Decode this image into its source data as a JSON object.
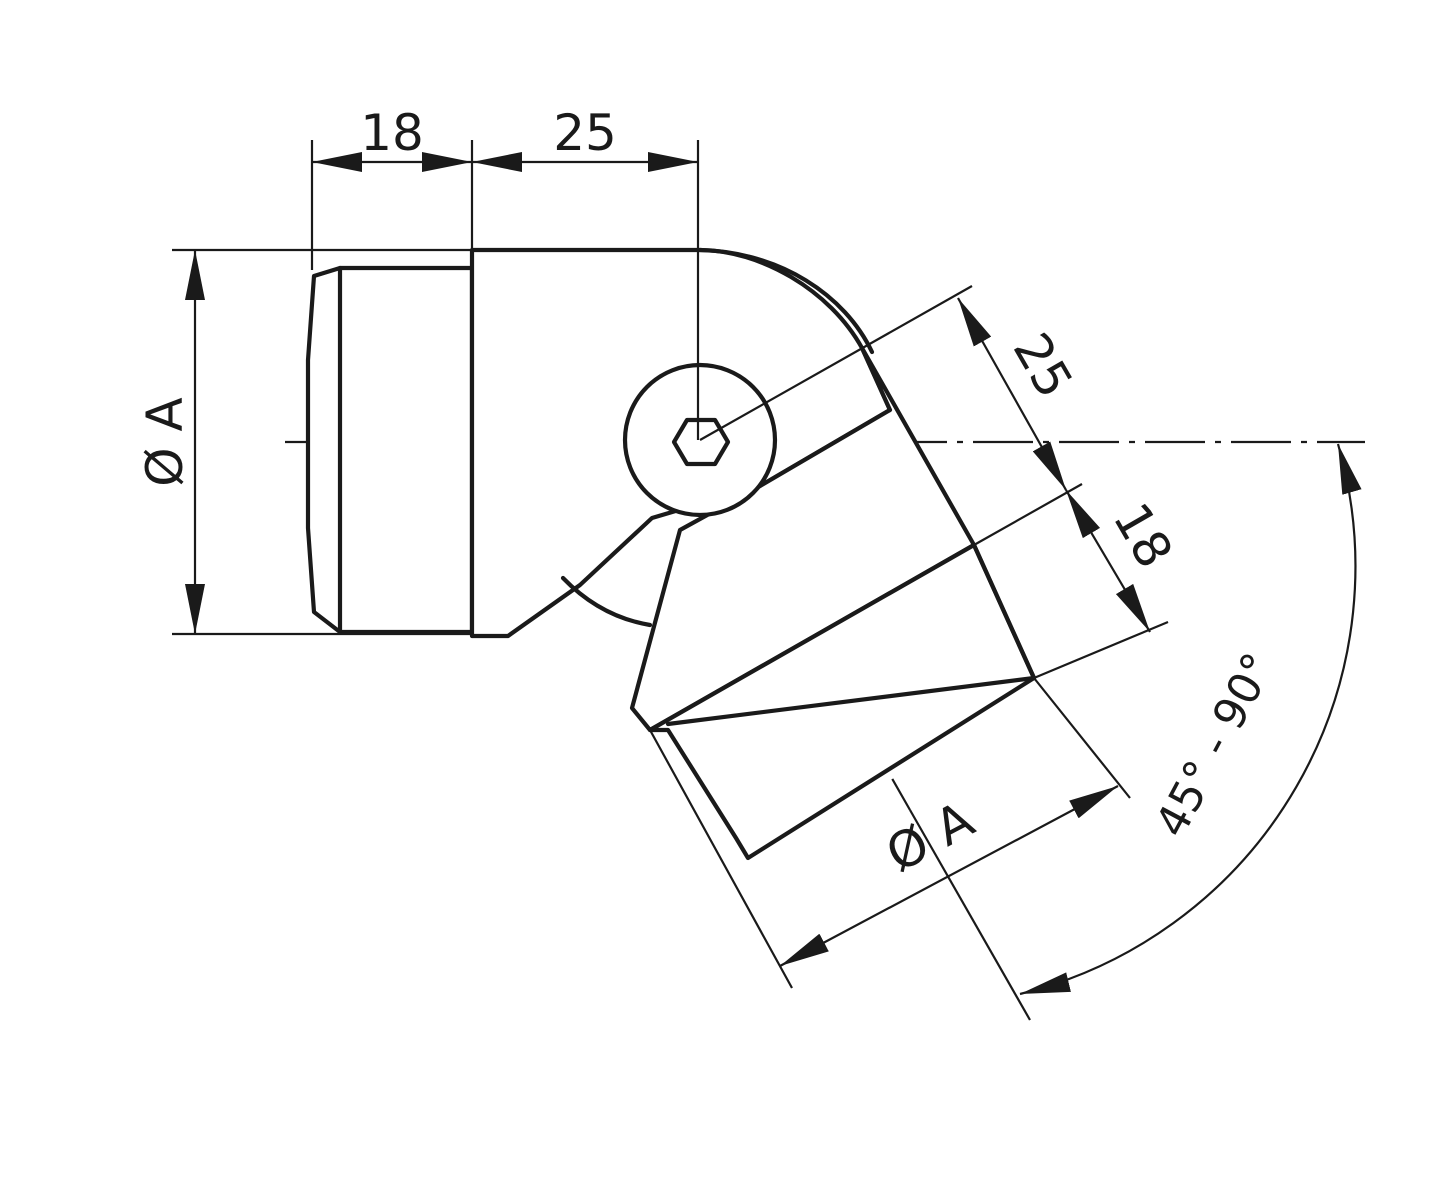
{
  "labels": {
    "dim_top_left": "18",
    "dim_top_right": "25",
    "dim_dia_left": "Ø A",
    "dim_angled_25": "25",
    "dim_angled_18": "18",
    "dim_dia_bottom": "Ø A",
    "dim_angle": "45° - 90°"
  },
  "colors": {
    "line": "#1a1a1a",
    "background": "#ffffff"
  }
}
